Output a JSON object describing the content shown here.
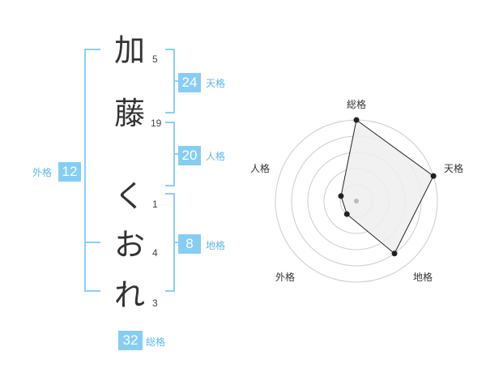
{
  "characters": [
    {
      "char": "加",
      "strokes": "5"
    },
    {
      "char": "藤",
      "strokes": "19"
    },
    {
      "char": "く",
      "strokes": "1"
    },
    {
      "char": "お",
      "strokes": "4"
    },
    {
      "char": "れ",
      "strokes": "3"
    }
  ],
  "fortunes": {
    "tenkaku": {
      "value": "24",
      "label": "天格"
    },
    "jinkaku": {
      "value": "20",
      "label": "人格"
    },
    "chikaku": {
      "value": "8",
      "label": "地格"
    },
    "gaikaku": {
      "value": "12",
      "label": "外格"
    },
    "soukaku": {
      "value": "32",
      "label": "総格"
    }
  },
  "radar": {
    "axes": [
      "総格",
      "天格",
      "地格",
      "外格",
      "人格"
    ],
    "max": 5,
    "rings": 5,
    "values": [
      5,
      5,
      4,
      1,
      1
    ],
    "colors": {
      "ring": "#cccccc",
      "fill": "#eeeeee",
      "line": "#222222",
      "point": "#222222",
      "center": "#bbbbbb"
    }
  }
}
